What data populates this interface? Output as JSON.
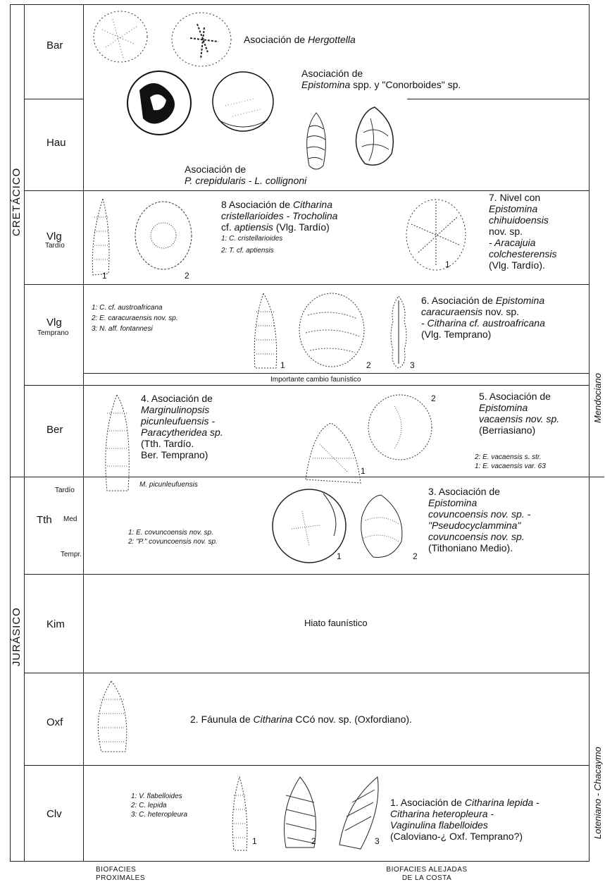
{
  "periods": {
    "cretaceous": "CRETÁCICO",
    "jurassic": "JURÁSICO"
  },
  "stages": {
    "bar": "Bar",
    "hau": "Hau",
    "vlg_tardio": [
      "Vlg",
      "Tardío"
    ],
    "vlg_temprano": [
      "Vlg",
      "Temprano"
    ],
    "ber": "Ber",
    "tth": [
      "Tardío",
      "Tth",
      "Med",
      "Tempr."
    ],
    "kim": "Kim",
    "oxf": "Oxf",
    "clv": "Clv"
  },
  "associations": {
    "hergottella": {
      "text": "Asociación de ",
      "italic": "Hergottella"
    },
    "epistomina_conorboides": {
      "line1": "Asociación de",
      "line2_italic": "Epistomina",
      "line2_rest": " spp. y \"Conorboides\" sp."
    },
    "crepidularis": {
      "line1": "Asociación de",
      "line2": "P. crepidularis - L. collignoni"
    },
    "a8": {
      "line1": "8 Asociación de ",
      "line1_italic": "Citharina",
      "line2": "cristellarioides - Trocholina",
      "line3a": "cf. ",
      "line3_italic": "aptiensis",
      "line3b": " (Vlg. Tardío)",
      "notes": [
        "1: C. cristellarioides",
        "2: T. cf. aptiensis"
      ]
    },
    "a7": {
      "lines": [
        "7. Nivel con",
        "Epistomina",
        "chihuidoensis",
        "nov. sp.",
        "- Aracajuia",
        "colchesterensis",
        "(Vlg. Tardío)."
      ]
    },
    "a6": {
      "line1": "6. Asociación de ",
      "line1_italic": "Epistomina",
      "line2_italic": "caracuraensis",
      "line2_rest": " nov. sp.",
      "line3": "- Citharina cf. austroafricana",
      "line4": "(Vlg. Temprano)",
      "notes": [
        "1: C. cf. austroafricana",
        "2: E. caracuraensis nov. sp.",
        "3: N. aff. fontannesi"
      ]
    },
    "faunal_change": "Importante cambio faunístico",
    "a4": {
      "lines": [
        "4. Asociación de",
        "Marginulinopsis",
        "picunleufuensis -",
        "Paracytheridea sp.",
        "(Tth. Tardío.",
        "Ber. Temprano)"
      ],
      "note": "M. picunleufuensis"
    },
    "a5": {
      "lines": [
        "5. Asociación de",
        "Epistomina",
        "vacaensis nov. sp.",
        "(Berriasiano)"
      ],
      "notes": [
        "2: E. vacaensis s. str.",
        "1: E. vacaensis var. 63"
      ]
    },
    "a3": {
      "lines": [
        "3. Asociación de",
        "Epistomina",
        "covuncoensis nov. sp. -",
        "\"Pseudocyclammina\"",
        "covuncoensis nov. sp.",
        "(Tithoniano Medio)."
      ],
      "notes": [
        "1: E. covuncoensis nov. sp.",
        "2: \"P.\" covuncoensis nov. sp."
      ]
    },
    "hiatus": "Hiato faunístico",
    "a2": {
      "text_a": "2. Fáunula de ",
      "italic": "Citharina",
      "text_b": " CCó nov. sp. (Oxfordiano)."
    },
    "a1": {
      "line1a": "1. Asociación de ",
      "line1_italic": "Citharina lepida -",
      "line2": "Citharina heteropleura -",
      "line3": "Vaginulina flabelloides",
      "line4": "(Caloviano-¿ Oxf. Temprano?)",
      "notes": [
        "1: V. flabelloides",
        "2: C. lepida",
        "3: C. heteropleura"
      ]
    }
  },
  "zones": {
    "right_top": "Mendociano",
    "right_bottom": "Loteniano - Chacaymo"
  },
  "footer": {
    "left": [
      "BIOFACIES",
      "PROXIMALES"
    ],
    "right": [
      "BIOFACIES ALEJADAS",
      "DE LA COSTA"
    ]
  },
  "figure_numbers": [
    "1",
    "2",
    "1",
    "1",
    "2",
    "3",
    "2",
    "1",
    "1",
    "2",
    "1",
    "2",
    "3"
  ]
}
